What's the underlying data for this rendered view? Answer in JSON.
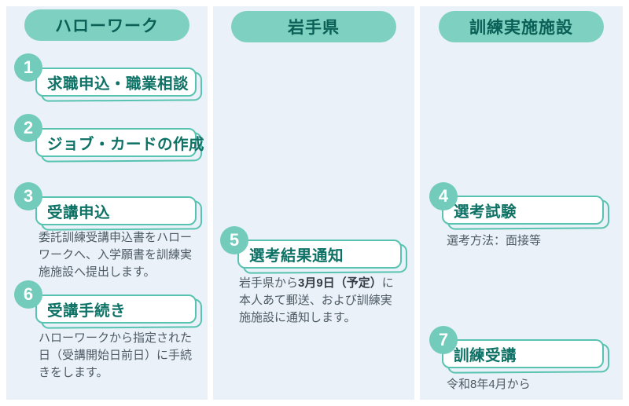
{
  "diagram": {
    "title_hint": "委託訓練 受講までの流れ（フロー図）",
    "colors": {
      "column_background": "#eaf1f8",
      "page_background": "#ffffff",
      "pill_background": "#7ed1c1",
      "pill_text": "#0a5f56",
      "box_border": "#58c3b0",
      "box_title_text": "#0d7265",
      "number_circle_background": "#72cbbb",
      "number_circle_text": "#ffffff",
      "body_text": "#4e5a63"
    }
  },
  "columns": [
    {
      "header": "ハローワーク",
      "steps": [
        {
          "num": "1",
          "title": "求職申込・職業相談",
          "desc": ""
        },
        {
          "num": "2",
          "title": "ジョブ・カードの作成",
          "desc": ""
        },
        {
          "num": "3",
          "title": "受講申込",
          "desc": "委託訓練受講申込書をハローワークへ、入学願書を訓練実施施設へ提出します。"
        },
        {
          "num": "6",
          "title": "受講手続き",
          "desc": "ハローワークから指定された日（受講開始日前日）に手続きをします。"
        }
      ]
    },
    {
      "header": "岩手県",
      "steps": [
        {
          "num": "5",
          "title": "選考結果通知",
          "desc_parts": [
            "岩手県から",
            "3月9日（予定）",
            "に本人あて郵送、および訓練実施施設に通知します。"
          ]
        }
      ]
    },
    {
      "header": "訓練実施施設",
      "steps": [
        {
          "num": "4",
          "title": "選考試験",
          "desc": "選考方法：面接等"
        },
        {
          "num": "7",
          "title": "訓練受講",
          "desc": "令和8年4月から"
        }
      ]
    }
  ]
}
